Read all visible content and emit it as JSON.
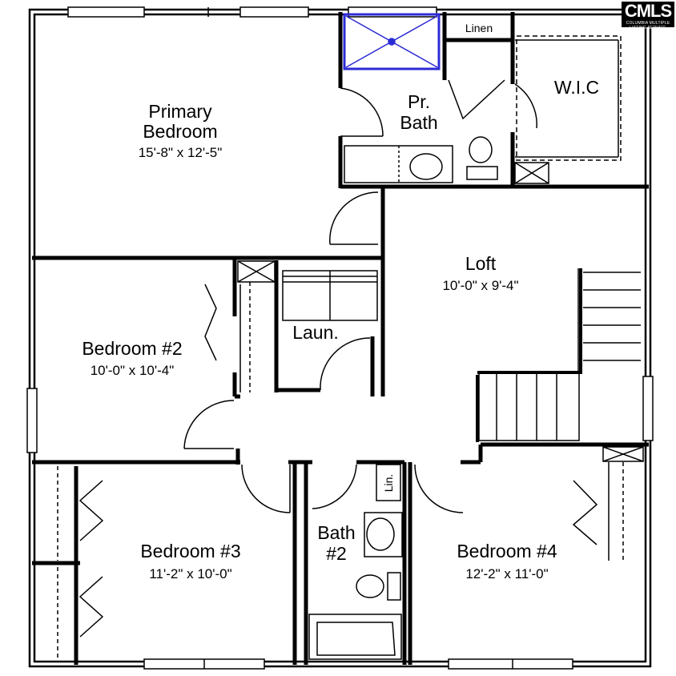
{
  "brand": {
    "logo_text": "CMLS",
    "logo_subtext": "COLUMBIA MULTIPLE LISTING SERVICE"
  },
  "rooms": {
    "primary_bedroom": {
      "name_line1": "Primary",
      "name_line2": "Bedroom",
      "dims": "15'-8\" x 12'-5\""
    },
    "primary_bath": {
      "name_line1": "Pr.",
      "name_line2": "Bath"
    },
    "linen": {
      "name": "Linen"
    },
    "wic": {
      "name": "W.I.C"
    },
    "loft": {
      "name": "Loft",
      "dims": "10'-0\" x 9'-4\""
    },
    "laundry": {
      "name": "Laun."
    },
    "bedroom2": {
      "name": "Bedroom #2",
      "dims": "10'-0\" x 10'-4\""
    },
    "bedroom3": {
      "name": "Bedroom #3",
      "dims": "11'-2\" x 10'-0\""
    },
    "bath2": {
      "name_line1": "Bath",
      "name_line2": "#2"
    },
    "lin": {
      "name": "Lin."
    },
    "bedroom4": {
      "name": "Bedroom #4",
      "dims": "12'-2\" x 11'-0\""
    }
  },
  "colors": {
    "wall": "#000000",
    "shower_highlight": "#2b2bd6"
  }
}
